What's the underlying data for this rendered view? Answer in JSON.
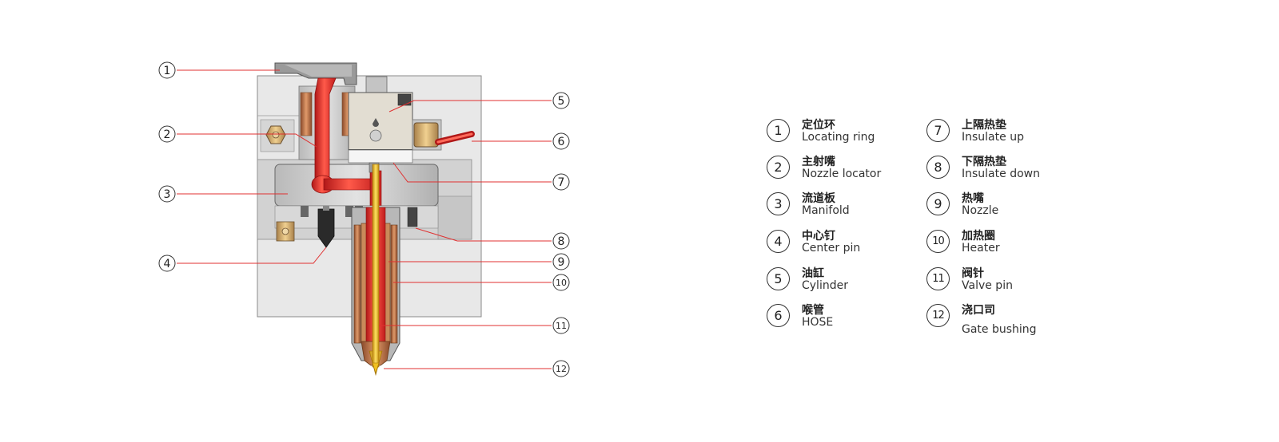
{
  "legend": [
    {
      "number": "1",
      "zh": "定位环",
      "en": "Locating ring"
    },
    {
      "number": "2",
      "zh": "主射嘴",
      "en": "Nozzle locator"
    },
    {
      "number": "3",
      "zh": "流道板",
      "en": "Manifold"
    },
    {
      "number": "4",
      "zh": "中心钉",
      "en": "Center pin"
    },
    {
      "number": "5",
      "zh": "油缸",
      "en": "Cylinder"
    },
    {
      "number": "6",
      "zh": "喉管",
      "en": "HOSE"
    },
    {
      "number": "7",
      "zh": "上隔热垫",
      "en": "Insulate up"
    },
    {
      "number": "8",
      "zh": "下隔热垫",
      "en": "Insulate down"
    },
    {
      "number": "9",
      "zh": "热嘴",
      "en": "Nozzle"
    },
    {
      "number": "10",
      "zh": "加热圈",
      "en": "Heater"
    },
    {
      "number": "11",
      "zh": "阀针",
      "en": "Valve pin"
    },
    {
      "number": "12",
      "zh": "浇口司",
      "en": "Gate bushing"
    }
  ],
  "colors": {
    "melt_channel": "#d42420",
    "callout_line": "#e03030",
    "mold_plate": "#e6e6e6",
    "steel": "#cccccc",
    "brass": "#c8a060",
    "heater_copper": "#b8643c",
    "valve_pin": "#e8c020"
  }
}
